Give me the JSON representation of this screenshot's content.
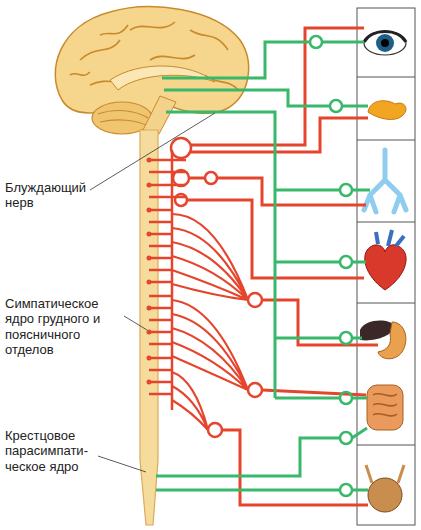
{
  "diagram": {
    "labels": [
      "Блуждающий нерв",
      "Симпатическое ядро грудного и поясничного отделов",
      "Крестцовое парасимпати- ческое ядро"
    ]
  }
}
